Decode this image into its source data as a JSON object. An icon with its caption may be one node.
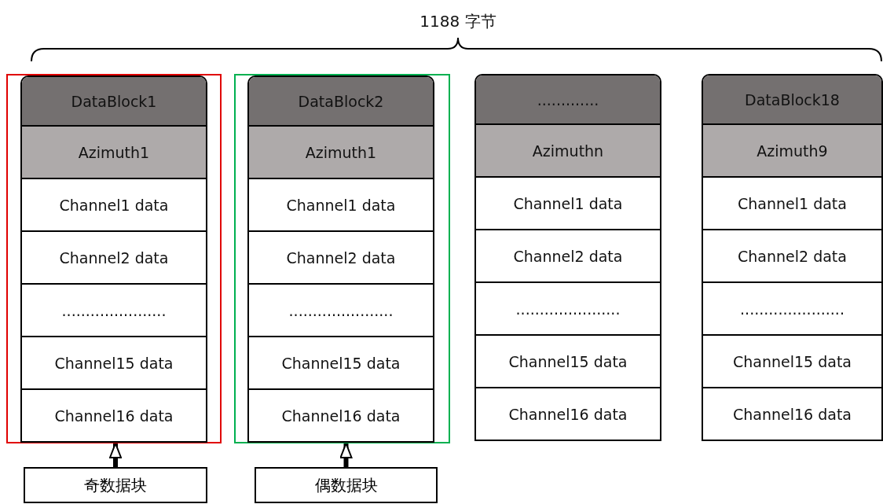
{
  "diagram": {
    "nodes": [
      {
        "text": [],
        "shape": "box"
      },
      {
        "text": [
          "DataBlock1"
        ],
        "in": 0
      },
      {
        "text": [
          "Azimuth1"
        ],
        "in": 1
      },
      {
        "text": [
          "Channel1 data"
        ],
        "in": 1
      },
      {
        "text": [
          "Channel2 data"
        ],
        "in": 1
      },
      {
        "text": [
          "......................"
        ],
        "in": 1
      },
      {
        "text": [
          "Channel15 data"
        ],
        "in": 1
      },
      {
        "text": [
          "Channel16 data"
        ],
        "in": 1
      },
      {
        "text": [],
        "shape": "box"
      },
      {
        "text": [
          "DataBlock2"
        ],
        "in": 8
      },
      {
        "text": [
          "Azimuth1"
        ],
        "in": 9
      },
      {
        "text": [
          "Channel1 data"
        ],
        "in": 9
      },
      {
        "text": [
          "Channel2 data"
        ],
        "in": 9
      },
      {
        "text": [
          "......................"
        ],
        "in": 9
      },
      {
        "text": [
          "Channel15 data"
        ],
        "in": 9
      },
      {
        "text": [
          "Channel16 data"
        ],
        "in": 9
      },
      {
        "text": [
          "............."
        ]
      },
      {
        "text": [
          "Azimuthn"
        ],
        "in": 16
      },
      {
        "text": [
          "Channel1 data"
        ],
        "in": 16
      },
      {
        "text": [
          "Channel2 data"
        ],
        "in": 16
      },
      {
        "text": [
          "......................"
        ],
        "in": 16
      },
      {
        "text": [
          "Channel15 data"
        ],
        "in": 16
      },
      {
        "text": [
          "Channel16 data"
        ],
        "in": 16
      },
      {
        "text": [
          "DataBlock18"
        ]
      },
      {
        "text": [
          "Azimuth9"
        ],
        "in": 23
      },
      {
        "text": [
          "Channel1 data"
        ],
        "in": 23
      },
      {
        "text": [
          "Channel2 data"
        ],
        "in": 23
      },
      {
        "text": [
          "......................"
        ],
        "in": 23
      },
      {
        "text": [
          "Channel15 data"
        ],
        "in": 23
      },
      {
        "text": [
          "Channel16 data"
        ],
        "in": 23
      },
      {
        "text": [
          "奇数据块"
        ]
      },
      {
        "text": [
          "偶数据块"
        ]
      }
    ],
    "edges": [
      {
        "from": 30,
        "to": 0,
        "arrow": "to"
      },
      {
        "from": 31,
        "to": 8,
        "arrow": "to"
      }
    ],
    "labels": [
      "1188 字节"
    ]
  }
}
